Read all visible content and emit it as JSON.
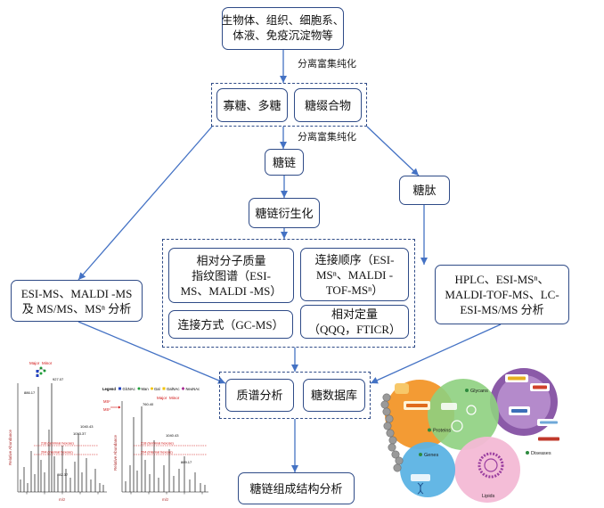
{
  "flow": {
    "source": [
      "生物体、组织、细胞系、",
      "体液、免疫沉淀物等"
    ],
    "separation_label_1": "分离富集纯化",
    "oligo_poly": "寡糖、多糖",
    "glycoconjugate": "糖缀合物",
    "separation_label_2": "分离富集纯化",
    "glycan": "糖链",
    "derivatization": "糖链衍生化",
    "mass_fingerprint": [
      "相对分子质量",
      "指纹图谱（ESI-",
      "MS、MALDI -MS）"
    ],
    "linkage_sequence": [
      "连接顺序（ESI-",
      "MSⁿ、MALDI -",
      "TOF-MSⁿ）"
    ],
    "linkage_mode": "连接方式（GC-MS）",
    "quantification": [
      "相对定量",
      "（QQQ，FTICR）"
    ],
    "left_analysis": [
      "ESI-MS、MALDI -MS",
      "及 MS/MS、MSⁿ 分析"
    ],
    "glycopeptide": "糖肽",
    "right_analysis": [
      "HPLC、ESI-MSⁿ、",
      "MALDI-TOF-MS、LC-",
      "ESI-MS/MS 分析"
    ],
    "ms_analysis": "质谱分析",
    "glyco_database": "糖数据库",
    "result": "糖链组成结构分析"
  },
  "colors": {
    "box_border": "#2F4B87",
    "arrow": "#4472C4",
    "annotation_red": "#D01010"
  },
  "spectrum": {
    "major": "Major",
    "minor": "Minor",
    "legend_title": "Legend",
    "legend": [
      {
        "label": "GlcNAc",
        "color": "#1F3FBF",
        "shape": "square"
      },
      {
        "label": "Man",
        "color": "#1E9E3A",
        "shape": "circle"
      },
      {
        "label": "Gal",
        "color": "#F2C300",
        "shape": "circle"
      },
      {
        "label": "GalNAc",
        "color": "#F2C300",
        "shape": "square"
      },
      {
        "label": "NeuNAc",
        "color": "#A3228F",
        "shape": "diamond"
      }
    ],
    "ms2": "MS²",
    "ms3": "MS³",
    "y_label": "Relative Abundance",
    "x_label": "m/z",
    "terminal_loss": "218 (terminal hexose)",
    "internal_loss": "204 (internal hexose)",
    "peak_labels_left": [
      "927.07",
      "886.17",
      "1040.43",
      "1013.37",
      "882.37"
    ],
    "peak_labels_right": [
      "760.40",
      "1040.43",
      "889.17"
    ]
  },
  "database_panel": {
    "labels": {
      "proteins": "Proteins",
      "glycans": "Glycans",
      "genes": "Genes",
      "lipids": "Lipids",
      "diseases": "Diseases"
    },
    "circle_colors": {
      "orange": "#F39B34",
      "green": "#8ED080",
      "purple": "#8B5AA8",
      "blue": "#5CB3E4",
      "pink": "#F3B9D5"
    }
  }
}
